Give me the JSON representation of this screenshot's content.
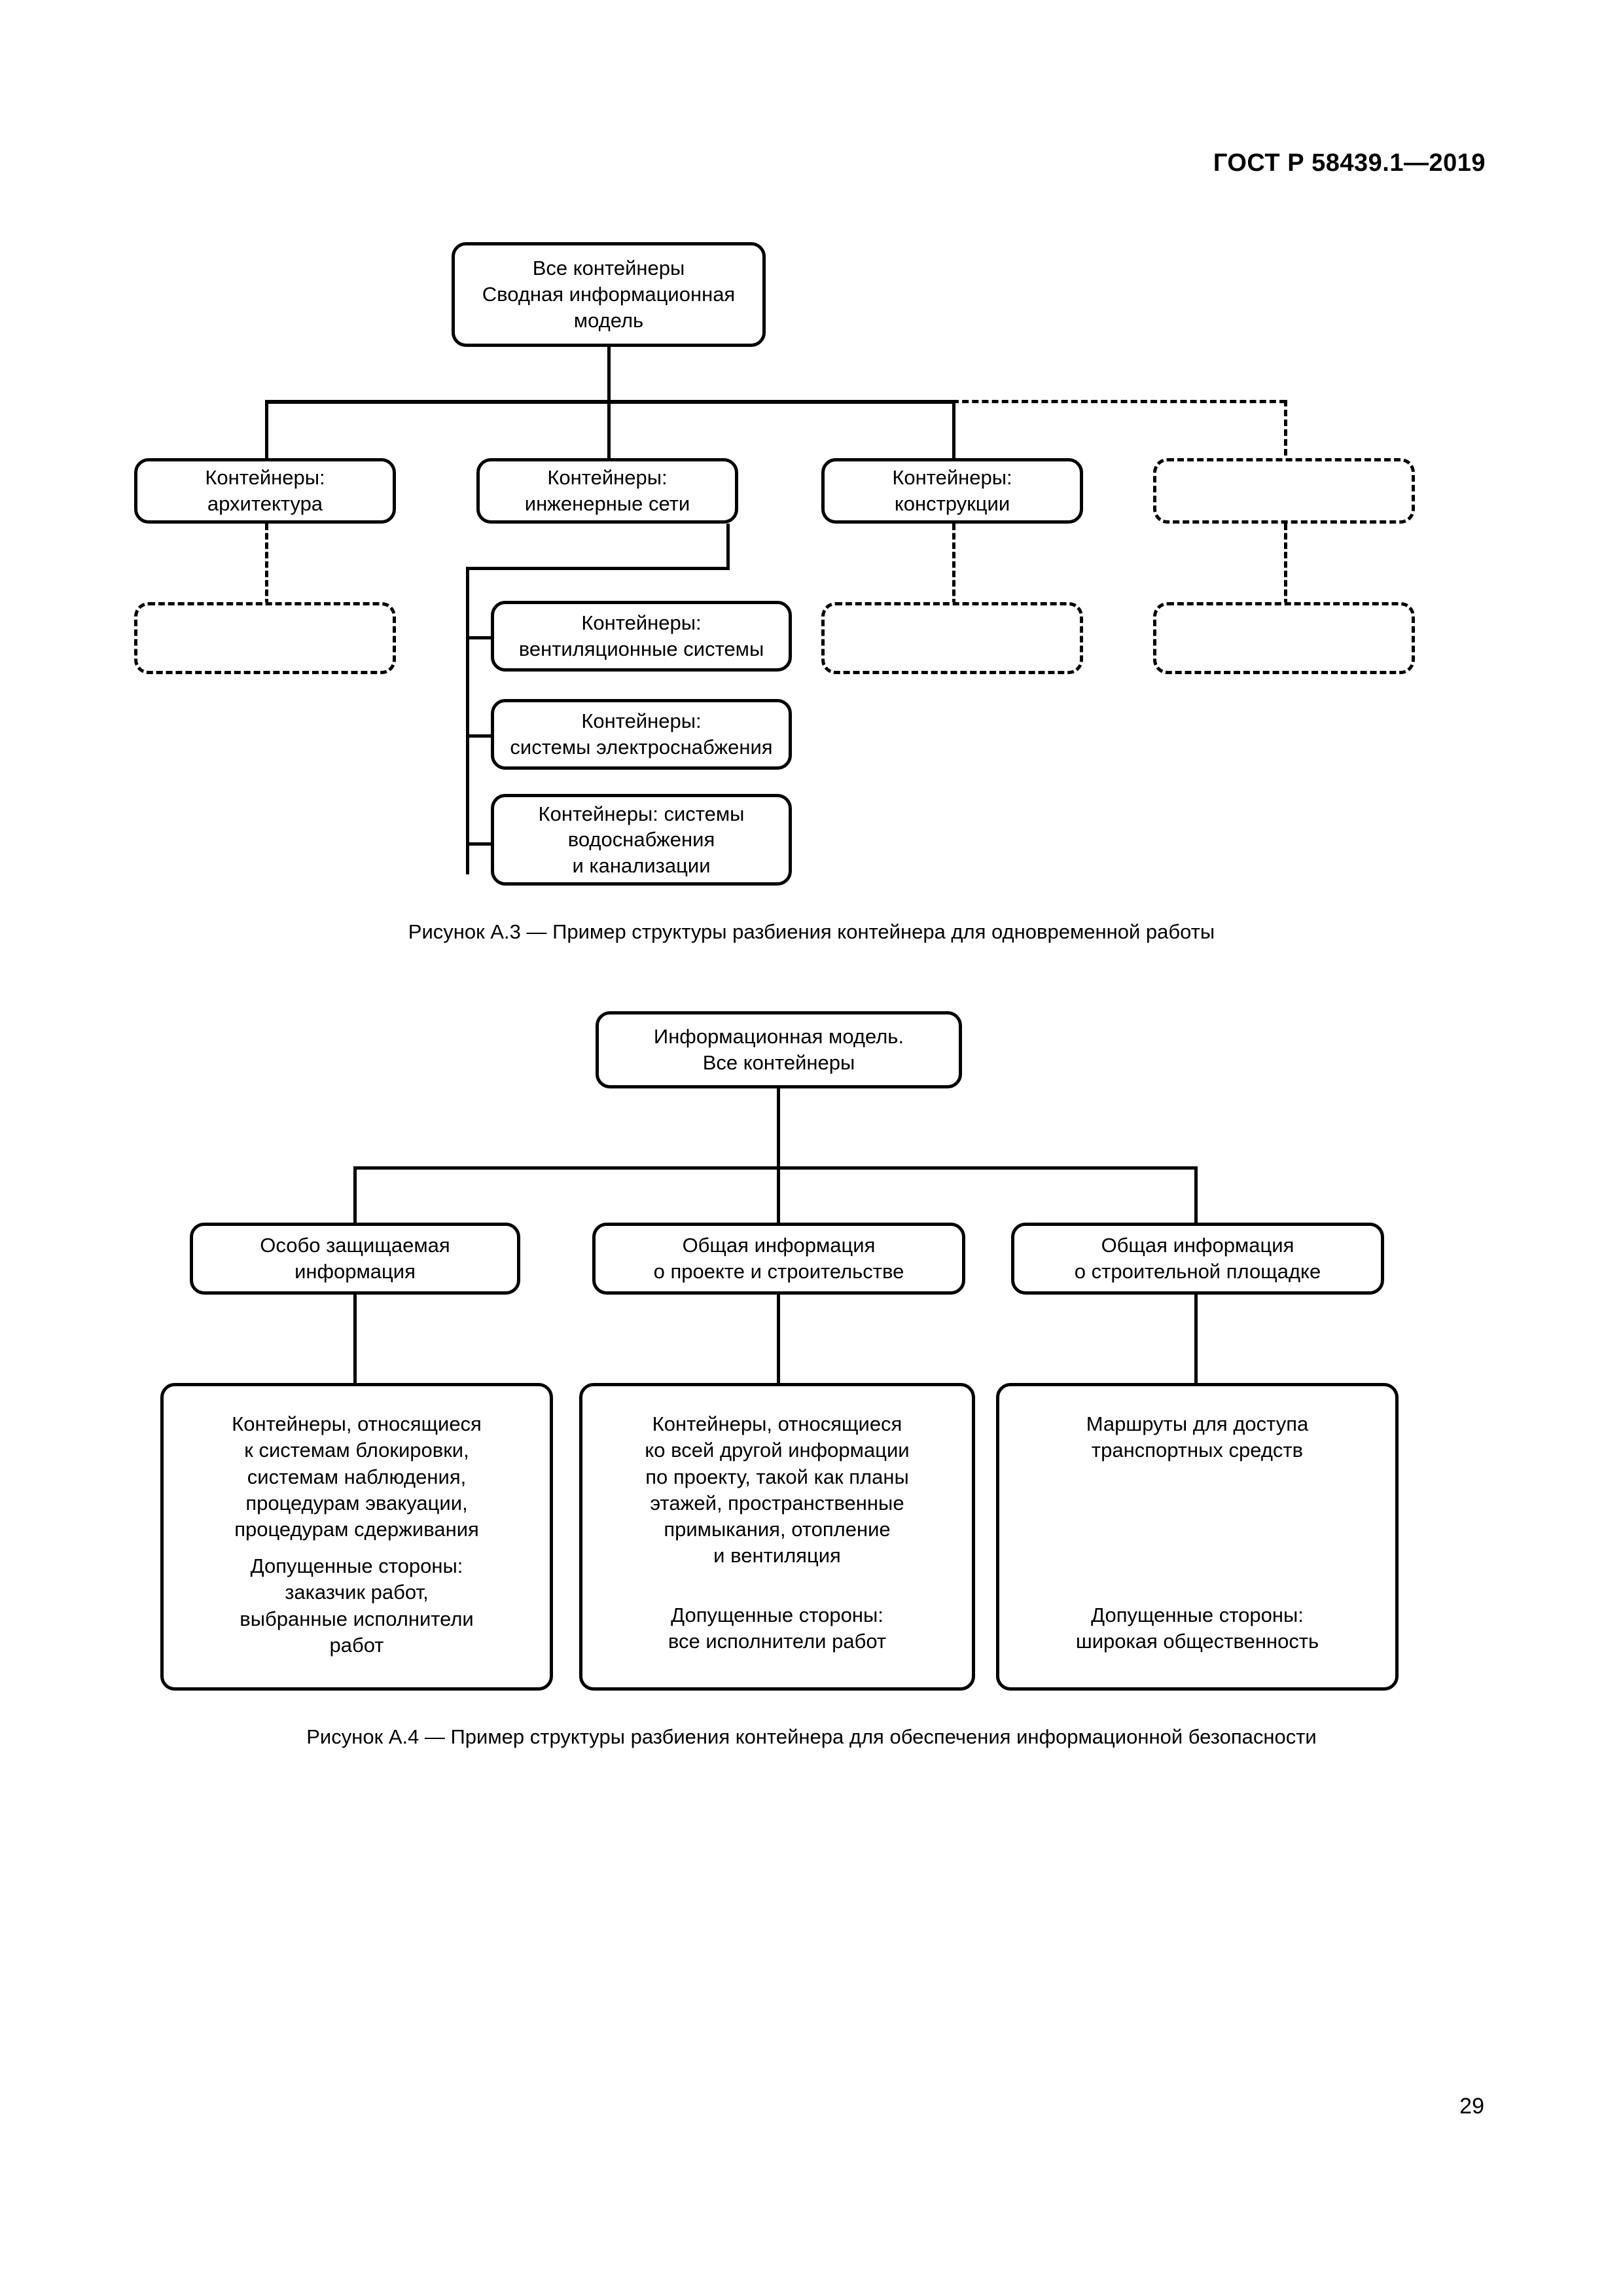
{
  "document": {
    "standard_header": "ГОСТ Р 58439.1—2019",
    "page_number": "29"
  },
  "figure_a3": {
    "caption": "Рисунок А.3 — Пример структуры разбиения контейнера для одновременной работы",
    "root": "Все контейнеры\nСводная информационная модель",
    "level2": [
      {
        "label": "Контейнеры:\nархитектура",
        "style": "solid"
      },
      {
        "label": "Контейнеры:\nинженерные сети",
        "style": "solid"
      },
      {
        "label": "Контейнеры:\nконструкции",
        "style": "solid"
      },
      {
        "label": "",
        "style": "dashed"
      }
    ],
    "level3_placeholders": [
      {
        "label": "",
        "style": "dashed"
      },
      {
        "label": "",
        "style": "dashed"
      },
      {
        "label": "",
        "style": "dashed"
      }
    ],
    "level3_engineering": [
      {
        "label": "Контейнеры:\nвентиляционные системы",
        "style": "solid"
      },
      {
        "label": "Контейнеры:\nсистемы электроснабжения",
        "style": "solid"
      },
      {
        "label": "Контейнеры: системы\nводоснабжения\nи канализации",
        "style": "solid"
      }
    ]
  },
  "figure_a4": {
    "caption": "Рисунок А.4 — Пример структуры разбиения контейнера для обеспечения информационной безопасности",
    "root": "Информационная модель.\nВсе контейнеры",
    "level2": [
      {
        "label": "Особо защищаемая\nинформация"
      },
      {
        "label": "Общая информация\nо проекте и строительстве"
      },
      {
        "label": "Общая информация\nо строительной площадке"
      }
    ],
    "level3": [
      {
        "description": "Контейнеры, относящиеся\nк системам блокировки,\nсистемам наблюдения,\nпроцедурам эвакуации,\nпроцедурам сдерживания",
        "parties": "Допущенные стороны:\nзаказчик работ,\nвыбранные исполнители\nработ"
      },
      {
        "description": "Контейнеры, относящиеся\nко всей другой информации\nпо проекту, такой как планы\nэтажей, пространственные\nпримыкания, отопление\nи вентиляция",
        "parties": "Допущенные стороны:\nвсе исполнители работ"
      },
      {
        "description": "Маршруты для доступа\nтранспортных средств",
        "parties": "Допущенные стороны:\nширокая общественность"
      }
    ]
  }
}
